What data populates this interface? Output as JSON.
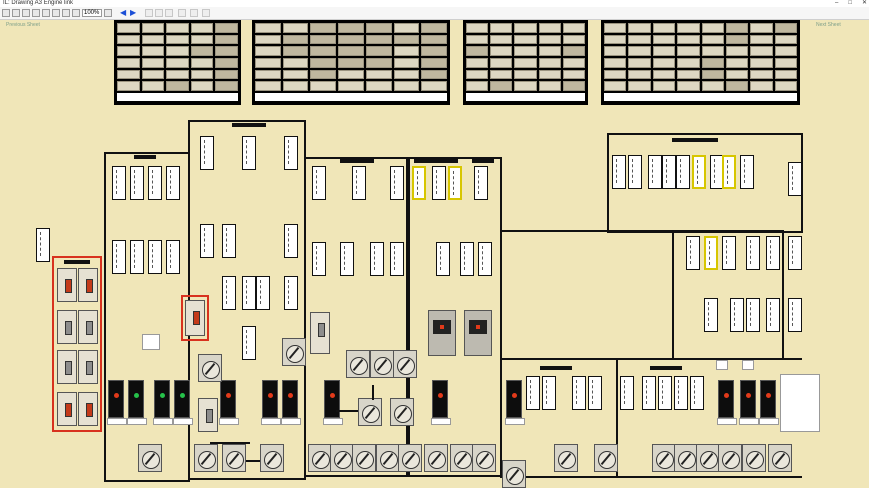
{
  "window": {
    "title": "IL: Drawing A3 Engine link",
    "min_label": "–",
    "max_label": "□",
    "close_label": "✕"
  },
  "toolbar": {
    "zoom_label": "100%",
    "back_icon": "arrow-left-icon",
    "forward_icon": "arrow-right-icon"
  },
  "navigation": {
    "prev_link": "Previous Sheet",
    "next_link": "Next Sheet"
  },
  "colors": {
    "background": "#f0e6b8",
    "highlight_red": "#d8321e",
    "highlight_yellow": "#d7c600"
  }
}
